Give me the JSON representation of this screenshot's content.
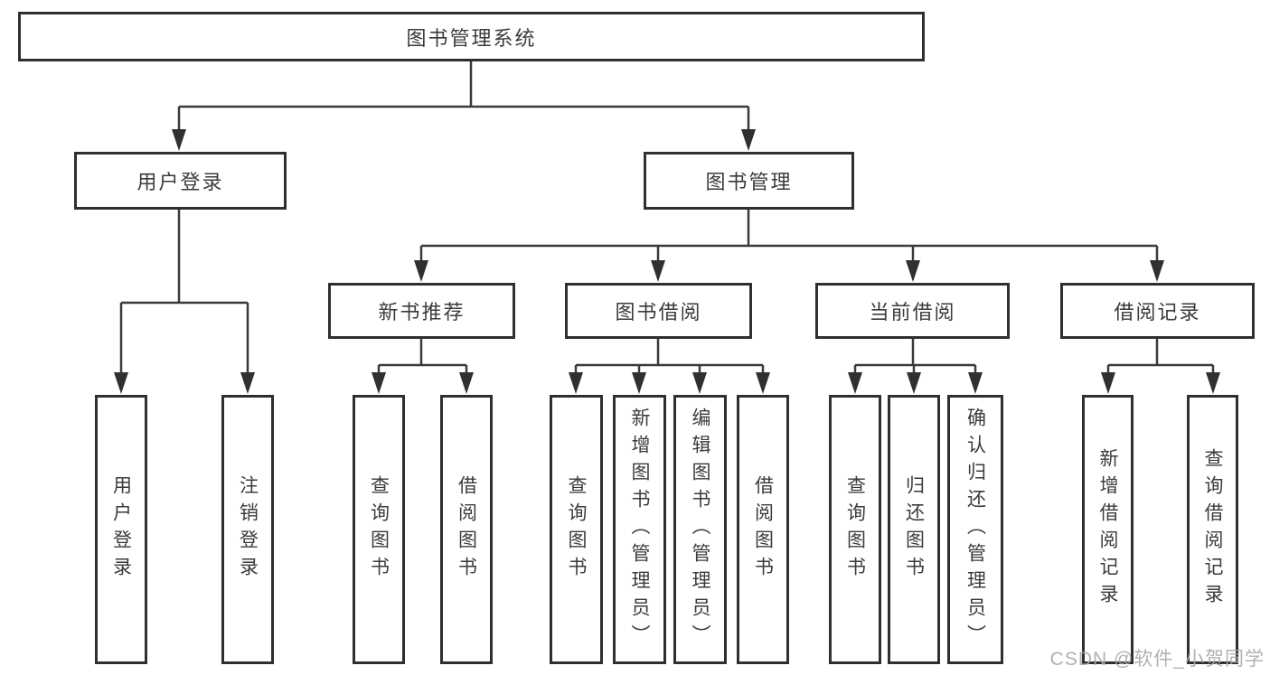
{
  "diagram": {
    "root": {
      "label": "图书管理系统"
    },
    "level2": {
      "user_login": {
        "label": "用户登录"
      },
      "book_mgmt": {
        "label": "图书管理"
      }
    },
    "level3": {
      "new_books": {
        "label": "新书推荐"
      },
      "book_borrow": {
        "label": "图书借阅"
      },
      "current_borrow": {
        "label": "当前借阅"
      },
      "borrow_records": {
        "label": "借阅记录"
      }
    },
    "leaves": {
      "user_login": [
        "用户登录",
        "注销登录"
      ],
      "new_books": [
        "查询图书",
        "借阅图书"
      ],
      "book_borrow": [
        "查询图书",
        "新增图书（管理员）",
        "编辑图书（管理员）",
        "借阅图书"
      ],
      "current_borrow": [
        "查询图书",
        "归还图书",
        "确认归还（管理员）"
      ],
      "borrow_records": [
        "新增借阅记录",
        "查询借阅记录"
      ]
    }
  },
  "watermark": "CSDN @软件_小贺同学",
  "colors": {
    "line": "#3a3a3a",
    "arrow": "#303030",
    "box_border": "#2f2f2f",
    "text": "#3b3b3b",
    "watermark": "#a8a8a8",
    "background": "#ffffff"
  }
}
